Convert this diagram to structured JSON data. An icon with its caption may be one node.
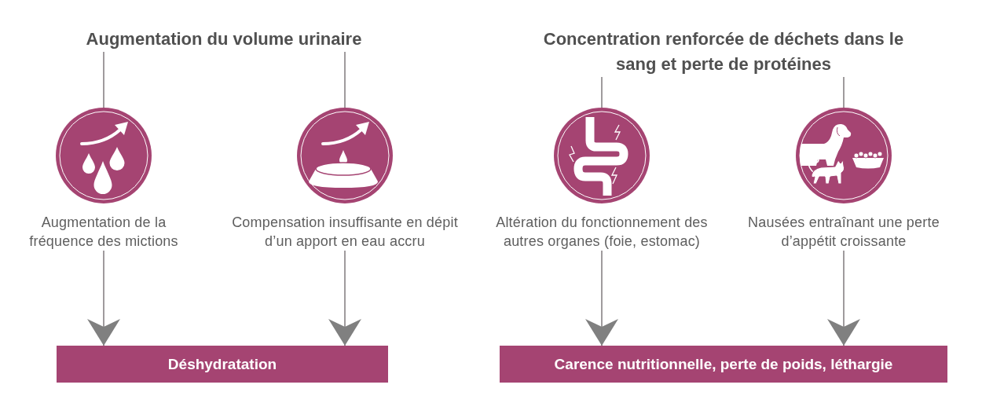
{
  "diagram": {
    "nodes": [
      {
        "text": [
          "Augmentation du volume urinaire"
        ]
      },
      {
        "text": [
          "Concentration renforcée de déchets dans le sang et perte de protéines"
        ]
      },
      {
        "text": [],
        "shape": "picture",
        "beside": [
          "Augmentation de la fréquence des mictions"
        ]
      },
      {
        "text": [],
        "shape": "picture",
        "beside": [
          "Compensation insuffisante en dépit d’un apport en eau accru"
        ]
      },
      {
        "text": [],
        "shape": "picture",
        "beside": [
          "Altération du fonctionnement des autres organes (foie, estomac)"
        ]
      },
      {
        "text": [],
        "shape": "picture",
        "beside": [
          "Nausées entraînant une perte d’appétit croissante"
        ]
      },
      {
        "text": [
          "Déshydratation"
        ]
      },
      {
        "text": [
          "Carence nutritionnelle, perte de poids, léthargie"
        ]
      }
    ],
    "edges": [
      {
        "from": 0,
        "to": 2,
        "arrow": "none"
      },
      {
        "from": 0,
        "to": 3,
        "arrow": "none"
      },
      {
        "from": 1,
        "to": 4,
        "arrow": "none"
      },
      {
        "from": 1,
        "to": 5,
        "arrow": "none"
      },
      {
        "from": 2,
        "to": 6,
        "arrow": "to"
      },
      {
        "from": 3,
        "to": 6,
        "arrow": "to"
      },
      {
        "from": 4,
        "to": 7,
        "arrow": "to"
      },
      {
        "from": 5,
        "to": 7,
        "arrow": "to"
      }
    ]
  }
}
